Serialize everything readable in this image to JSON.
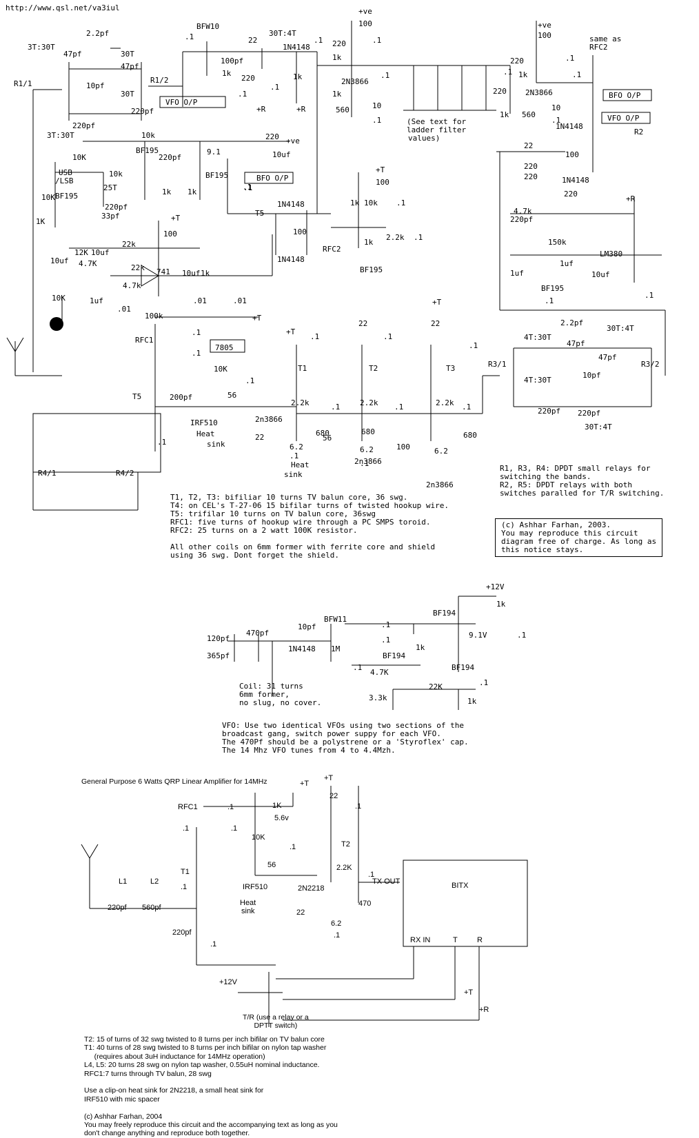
{
  "header": {
    "url": "http://www.qsl.net/va3iul"
  },
  "bitx": {
    "labels": [
      "3T:30T",
      "2.2pf",
      "47pf",
      "30T",
      "10pf",
      "47pf",
      "30T",
      "3T:30T",
      "220pf",
      "220pf",
      "R1/1",
      "R1/2",
      "BFW10",
      ".1",
      "22",
      "100pf",
      "30T:4T",
      "1N4148",
      ".1",
      "1k",
      "220",
      ".1",
      "+R",
      "+R",
      "1k",
      "VFO O/P",
      ".1",
      "+ve",
      "100",
      ".1",
      "220",
      "1k",
      "2N3866",
      "1k",
      "560",
      "10",
      ".1",
      ".1",
      "(See text for",
      "ladder filter",
      "values)",
      "220",
      ".1",
      "+ve",
      "100",
      ".1",
      "220",
      "1k",
      "2N3866",
      "1k",
      "560",
      "10",
      ".1",
      "1N4148",
      ".1",
      "same as",
      "RFC2",
      "BFO O/P",
      "VFO O/P",
      "R2",
      "1N4148",
      "22",
      "220",
      "220",
      "100",
      "10k",
      "220",
      "+ve",
      "220pf",
      "BF195",
      "10K",
      "9.1",
      "10uf",
      "USB",
      "/LSB",
      "10k",
      "25T",
      "1k",
      "1k",
      "BF195",
      "BFO O/P",
      ".1",
      "BF195",
      "10K",
      "1K",
      "220pf",
      "33pf",
      ".1",
      "+T",
      "100",
      "1k",
      "10k",
      ".1",
      "1N4148",
      "T5",
      "100",
      "1N4148",
      "RFC2",
      "1k",
      "2.2k",
      ".1",
      "BF195",
      "+T",
      "100",
      "12K",
      "10uf",
      "22k",
      "4.7K",
      "22k",
      "4.7k",
      "741",
      "10uf",
      "1k",
      "10uf",
      "10K",
      "1uf",
      ".01",
      "100k",
      ".01",
      ".01",
      "4.7k",
      "220pf",
      "220",
      "+R",
      "150k",
      "1uf",
      "1uf",
      "LM380",
      "10uf",
      "BF195",
      ".1",
      "+T",
      "RFC1",
      ".1",
      "7805",
      ".1",
      "T5",
      "10K",
      "56",
      ".1",
      "200pf",
      "IRF510",
      "Heat",
      "sink",
      ".1",
      "+T",
      ".1",
      "T1",
      "2.2k",
      ".1",
      "2n3866",
      "22",
      "680",
      "6.2",
      ".1",
      "Heat",
      "sink",
      "22",
      ".1",
      "T2",
      "2.2k",
      ".1",
      "56",
      "680",
      "6.2",
      "2n3866",
      ".1",
      "+T",
      "22",
      ".1",
      "T3",
      "2.2k",
      ".1",
      "100",
      "680",
      "6.2",
      "2n3866",
      ".1",
      "2.2pf",
      "4T:30T",
      "47pf",
      "30T:4T",
      "47pf",
      "R3/1",
      "R3/2",
      "4T:30T",
      "10pf",
      "220pf",
      "220pf",
      "30T:4T",
      "R4/1",
      "R4/2"
    ],
    "notes": "T1, T2, T3: bifiliar 10 turns TV balun core, 36 swg.\nT4: on CEL's T-27-06 15 bifilar turns of twisted hookup wire.\nT5: trifilar 10 turns on TV balun core, 36swg\nRFC1: five turns of hookup wire through a PC SMPS toroid.\nRFC2: 25 turns on a 2 watt 100K resistor.\n\nAll other coils on 6mm former with ferrite core and shield\nusing 36 swg. Dont forget the shield.",
    "relay_notes": "R1, R3, R4: DPDT small relays for\nswitching the bands.\nR2, R5: DPDT relays with both\nswitches paralled for T/R switching.",
    "copyright": "(c) Ashhar Farhan, 2003.\nYou may reproduce this circuit\ndiagram free of charge. As long as\nthis notice stays."
  },
  "vfo": {
    "labels": [
      "+12V",
      "BF194",
      "1k",
      "BFW11",
      ".1",
      ".1",
      "9.1V",
      ".1",
      "120pf",
      "470pf",
      "10pf",
      "365pf",
      "1N4148",
      "1M",
      "BF194",
      "1k",
      ".1",
      "4.7K",
      "BF194",
      "22K",
      ".1",
      "3.3k",
      "1k"
    ],
    "coil_note": "Coil: 31 turns\n6mm former,\nno slug, no cover.",
    "notes": "VFO: Use two identical VFOs using two sections of the\nbroadcast gang, switch power suppy for each VFO.\nThe 470Pf should be a polystrene or a 'Styroflex' cap.\nThe 14 Mhz VFO tunes from 4 to 4.4Mzh."
  },
  "amp": {
    "title": "General Purpose 6 Watts QRP Linear Amplifier for 14MHz",
    "labels": [
      "+T",
      "+T",
      "22",
      ".1",
      "RFC1",
      ".1",
      "1K",
      "5.6v",
      ".1",
      ".1",
      "10K",
      ".1",
      "T2",
      "56",
      "T1",
      "2.2K",
      ".1",
      "TX OUT",
      "IRF510",
      "2N2218",
      "Heat",
      "sink",
      "L1",
      "L2",
      ".1",
      "220pf",
      "560pf",
      "220pf",
      "22",
      "6.2",
      ".1",
      "470",
      ".1",
      "+12V",
      "+T",
      "+R"
    ],
    "bitx_box": {
      "name": "BITX",
      "rx_in": "RX IN",
      "t": "T",
      "r": "R"
    },
    "tr_note": "T/R (use a relay or a\nDPTT switch)",
    "notes": "T2: 15 of turns of 32 swg twisted to 8 turns per inch bifilar on TV balun core\nT1: 40 turns of 28 swg twisted to 8 turns per inch bifilar on nylon tap washer\n     (requires about 3uH inductance for 14MHz operation)\nL4, L5: 20 turns 28 swg on nylon tap washer, 0.55uH nominal inductance.\nRFC1:7 turns through TV balun, 28 swg\n\nUse a clip-on heat sink for 2N2218, a small heat sink for\nIRF510 with mic spacer\n\n(c) Ashhar Farhan, 2004\nYou may freely reproduce this circuit and the accompanying text as long as you\ndon't change anything and reproduce both together."
  }
}
